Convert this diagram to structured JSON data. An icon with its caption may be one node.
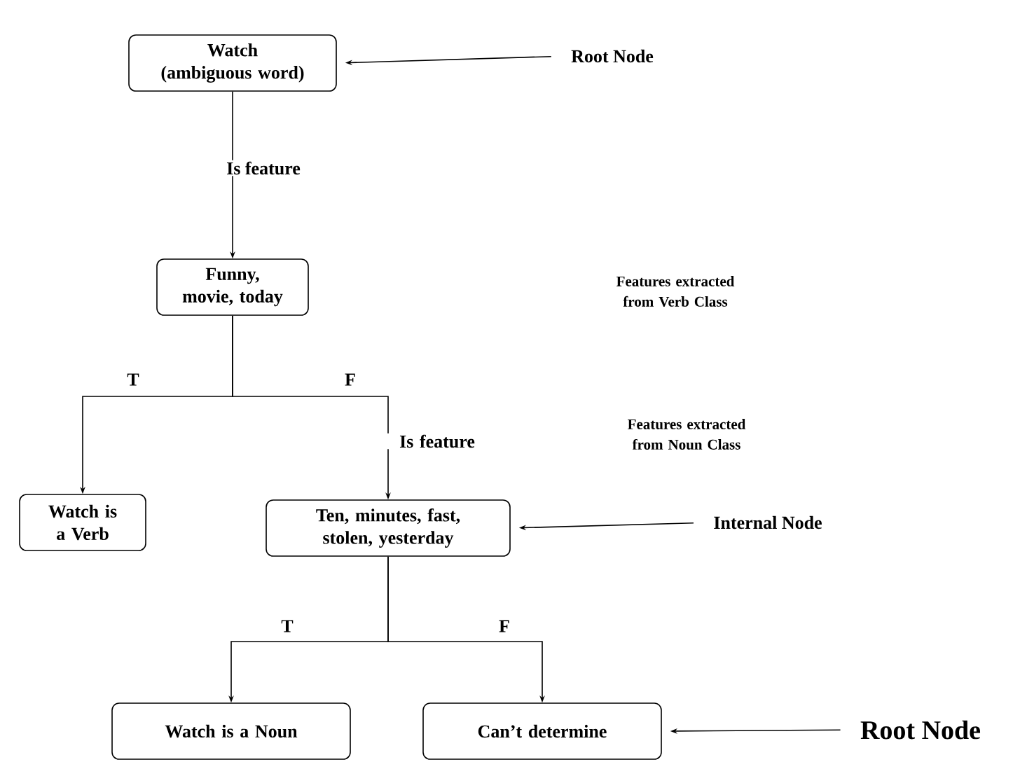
{
  "diagram": {
    "nodes": [
      {
        "text": [
          "Watch (ambiguous word)"
        ]
      },
      {
        "text": [
          "Funny, movie, today"
        ]
      },
      {
        "text": [
          "Watch is a Verb"
        ]
      },
      {
        "text": [
          "Ten, minutes, fast, stolen, yesterday"
        ]
      },
      {
        "text": [
          "Watch is a Noun"
        ]
      },
      {
        "text": [
          "Can’t determine"
        ]
      },
      {
        "text": [
          "Root Node"
        ]
      },
      {
        "text": [
          "Internal Node"
        ]
      },
      {
        "text": [
          "Root Node"
        ]
      }
    ],
    "edges": [
      {
        "from": 0,
        "to": 1,
        "arrow": "to",
        "label": "Is feature"
      },
      {
        "from": 1,
        "to": 2,
        "arrow": "to",
        "label": "T"
      },
      {
        "from": 1,
        "to": 3,
        "arrow": "to",
        "label": "F"
      },
      {
        "from": 3,
        "to": 4,
        "arrow": "to",
        "label": "T"
      },
      {
        "from": 3,
        "to": 5,
        "arrow": "to",
        "label": "F"
      },
      {
        "from": 6,
        "to": 0,
        "arrow": "to"
      },
      {
        "from": 7,
        "to": 3,
        "arrow": "to"
      },
      {
        "from": 8,
        "to": 5,
        "arrow": "to"
      }
    ],
    "labels": [
      "Features extracted from Verb Class",
      "Is feature",
      "Features extracted from Noun Class"
    ]
  }
}
